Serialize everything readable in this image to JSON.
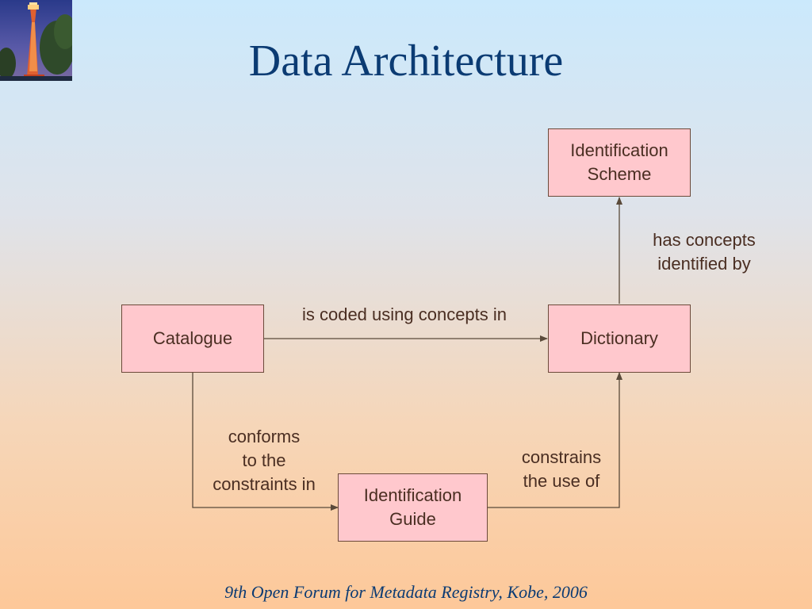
{
  "title": "Data Architecture",
  "footer": "9th Open Forum for Metadata Registry, Kobe, 2006",
  "diagram": {
    "nodes": {
      "identification_scheme": "Identification\nScheme",
      "catalogue": "Catalogue",
      "dictionary": "Dictionary",
      "identification_guide": "Identification\nGuide"
    },
    "edges": {
      "catalogue_to_dictionary": "is coded using concepts in",
      "dictionary_to_scheme": "has concepts\nidentified by",
      "catalogue_to_guide": "conforms\nto the\nconstraints in",
      "guide_to_dictionary": "constrains\nthe use of"
    }
  },
  "colors": {
    "title": "#0b3b73",
    "box_fill": "#ffc8cd",
    "box_border": "#6b4a3a",
    "text": "#4a2e22"
  }
}
